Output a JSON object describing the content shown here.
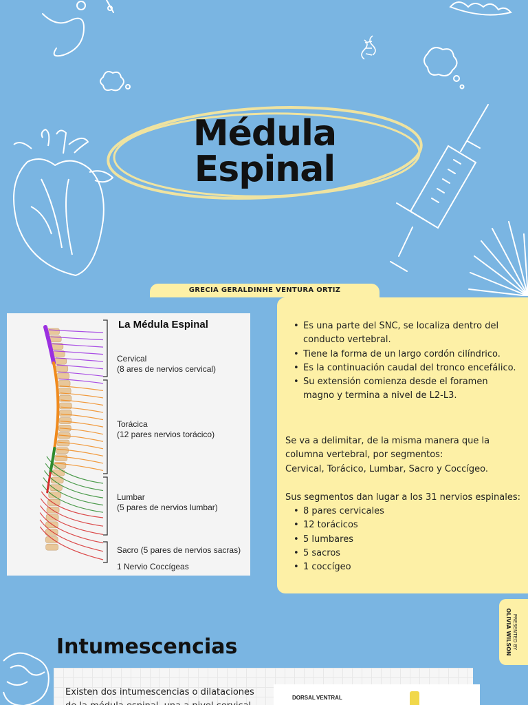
{
  "hero": {
    "title_line1": "Médula",
    "title_line2": "Espinal",
    "author": "GRECIA GERALDINHE VENTURA ORTIZ"
  },
  "figure": {
    "title": "La Médula Espinal",
    "cervical_title": "Cervical",
    "cervical_desc": "(8 ares de nervios cervical)",
    "thoracic_title": "Torácica",
    "thoracic_desc": "(12 pares nervios torácico)",
    "lumbar_title": "Lumbar",
    "lumbar_desc": "(5 pares de nervios lumbar)",
    "sacral": "Sacro (5 pares de nervios sacras)",
    "coccygeal": "1 Nervio Coccígeas",
    "colors": {
      "cervical": "#9b30e0",
      "thoracic": "#f08a1c",
      "lumbar": "#2e8b2e",
      "sacral": "#d62d2d",
      "vertebra": "#e8c79a"
    }
  },
  "info": {
    "bullets": [
      "Es una parte del SNC, se localiza dentro del conducto vertebral.",
      "Tiene la forma de un largo cordón cilíndrico.",
      "Es la continuación caudal del tronco encefálico.",
      "Su extensión comienza desde el foramen magno y termina a nivel de L2-L3."
    ],
    "para1_line1": "Se va a delimitar, de la misma manera que la",
    "para1_line2": "columna vertebral, por segmentos:",
    "para1_line3": "Cervical, Torácico, Lumbar, Sacro y Coccígeo.",
    "para2": "Sus segmentos dan lugar a los 31 nervios espinales:",
    "segments": [
      "8 pares cervicales",
      "12 torácicos",
      "5 lumbares",
      "5 sacros",
      "1 coccígeo"
    ]
  },
  "presenter": {
    "label": "PRESENTED BY",
    "name": "OLIVIA WILSON"
  },
  "intumescencias": {
    "heading": "Intumescencias",
    "text_line1": "Existen dos intumescencias o dilataciones",
    "text_line2": "de la médula espinal, una a nivel cervical",
    "dorsal": "DORSAL",
    "ventral": "VENTRAL"
  },
  "colors": {
    "background": "#7ab5e2",
    "accent_yellow": "#fdf0a6",
    "ellipse": "#efe3a0"
  }
}
